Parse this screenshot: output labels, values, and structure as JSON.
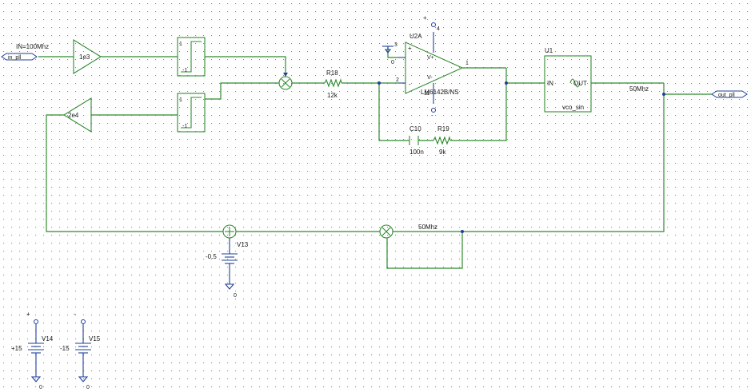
{
  "ports": {
    "in": "in_pll",
    "out": "out_pll"
  },
  "labels": {
    "input_freq": "IN=100Mhz",
    "vco_out_freq": "50Mhz",
    "feedback_freq": "50Mhz"
  },
  "gains": {
    "gain1": "1e3",
    "gain2": "2e4"
  },
  "limiter": {
    "high": "1",
    "low": "-1"
  },
  "resistors": {
    "r18": {
      "ref": "R18",
      "value": "12k"
    },
    "r19": {
      "ref": "R19",
      "value": "9k"
    }
  },
  "capacitor": {
    "ref": "C10",
    "value": "100n"
  },
  "opamp": {
    "ref": "U2A",
    "part": "LM6142B/NS",
    "pin_in_plus": "3",
    "pin_in_minus": "2",
    "pin_out": "1",
    "pin_vplus": "4",
    "pin_vminus": "11",
    "sym_plus": "+",
    "sym_minus": "-",
    "sym_vplus": "V+",
    "sym_vminus": "V-",
    "supply_top": "+",
    "supply_bottom": "-"
  },
  "vco": {
    "ref": "U1",
    "in": "IN",
    "out": "OUT",
    "name": "vco_sin"
  },
  "sources": {
    "v13": {
      "ref": "V13",
      "value": "-0.5"
    },
    "v14": {
      "ref": "V14",
      "value": "+15",
      "pin": "+"
    },
    "v15": {
      "ref": "V15",
      "value": "-15",
      "pin": "-"
    }
  },
  "ground": "0"
}
